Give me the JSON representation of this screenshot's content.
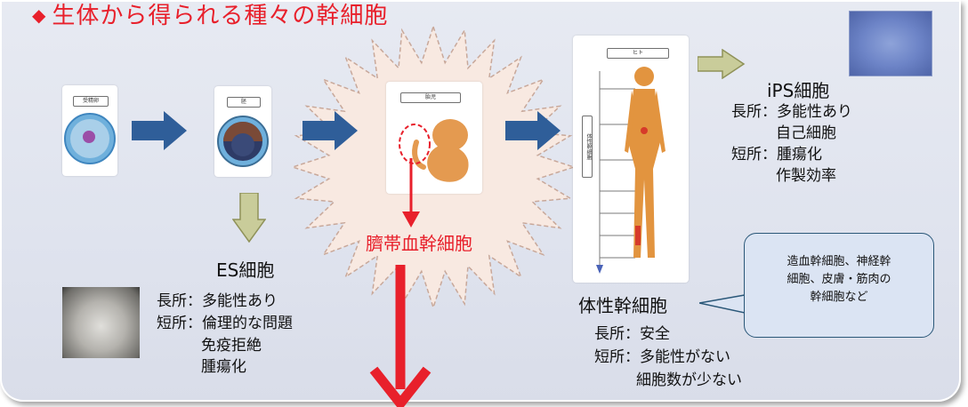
{
  "title": "生体から得られる種々の幹細胞",
  "stages": {
    "egg_tag": "受精卵",
    "blastocyst_tag": "胚",
    "fetus_tag": "胎児",
    "human_tag": "ヒト",
    "somatic_vertical_tag": "体性幹細胞"
  },
  "ips": {
    "name": "iPS細胞",
    "pros": "長所：多能性あり",
    "pros2": "自己細胞",
    "cons": "短所：腫瘍化",
    "cons2": "作製効率"
  },
  "es": {
    "name": "ES細胞",
    "pros": "長所：多能性あり",
    "cons": "短所：倫理的な問題",
    "cons2": "免疫拒絶",
    "cons3": "腫瘍化"
  },
  "cord": {
    "name": "臍帯血幹細胞"
  },
  "somatic": {
    "name": "体性幹細胞",
    "pros": "長所：安全",
    "cons": "短所：多能性がない",
    "cons2": "細胞数が少ない"
  },
  "bubble": {
    "line1": "造血幹細胞、神経幹",
    "line2": "細胞、皮膚・筋肉の",
    "line3": "幹細胞など"
  },
  "colors": {
    "accent_red": "#e8202b",
    "arrow_blue": "#2f5e99",
    "arrow_olive": "#c9cc9a",
    "star_fill": "#f8e9e1"
  }
}
